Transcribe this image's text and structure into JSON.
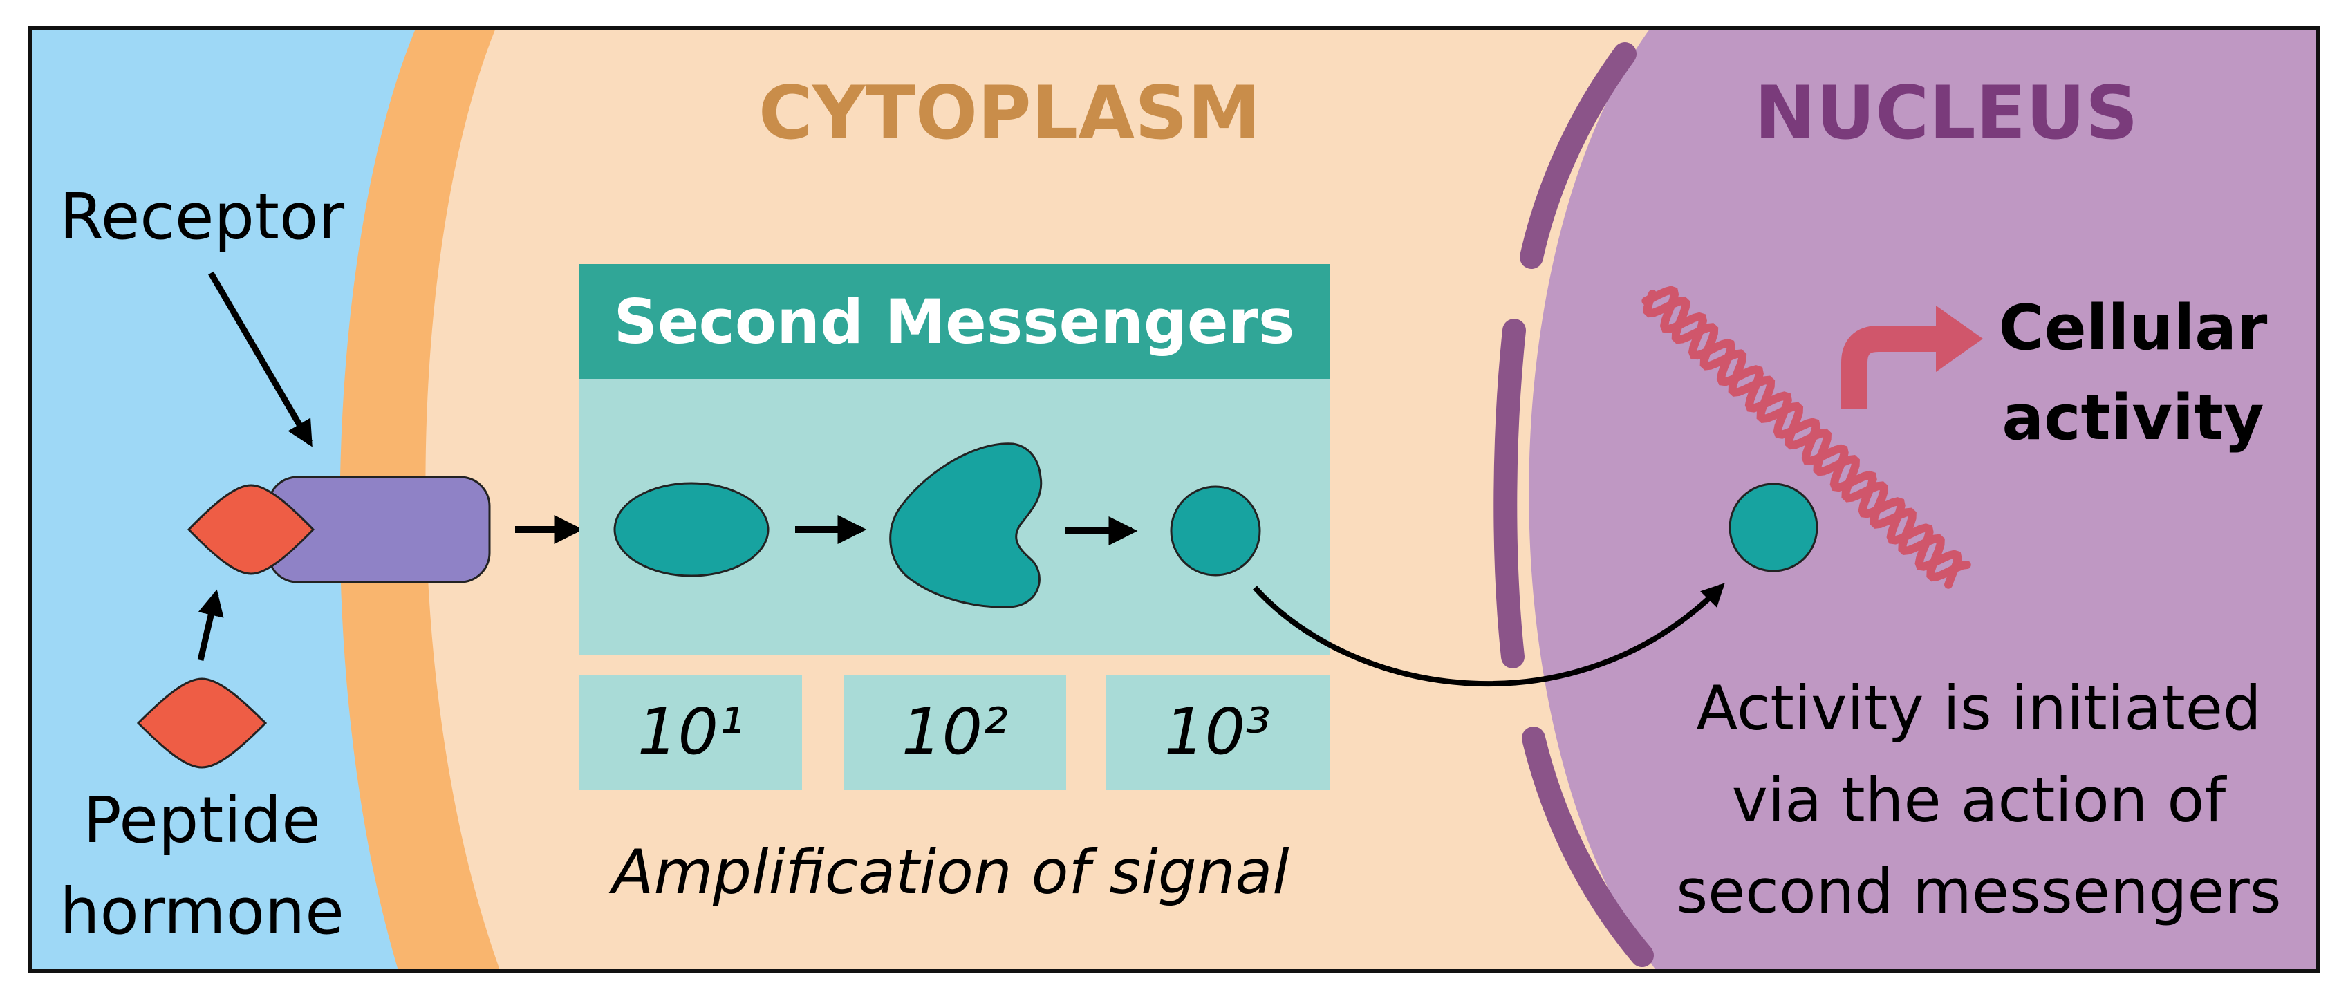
{
  "labels": {
    "cytoplasm": "CYTOPLASM",
    "nucleus": "NUCLEUS",
    "receptor": "Receptor",
    "peptide_line1": "Peptide",
    "peptide_line2": "hormone",
    "second_messengers": "Second Messengers",
    "amp_1": "10¹",
    "amp_2": "10²",
    "amp_3": "10³",
    "amplification": "Amplification of signal",
    "cellular_line1": "Cellular",
    "cellular_line2": "activity",
    "activity_line1": "Activity is initiated",
    "activity_line2": "via the action of",
    "activity_line3": "second messengers"
  },
  "colors": {
    "extracellular": "#9ed8f6",
    "membrane": "#f9b56e",
    "cytoplasm": "#fadcbd",
    "cytoplasm_text": "#c98d4a",
    "nucleus": "#bf98c3",
    "nuclear_envelope": "#8b5489",
    "nucleus_text": "#7a3b7b",
    "header_teal": "#30a697",
    "box_teal": "#a9dbd7",
    "messenger": "#17a3a0",
    "hormone": "#ee5d45",
    "receptor": "#8f82c6",
    "dna": "#d0566b"
  }
}
